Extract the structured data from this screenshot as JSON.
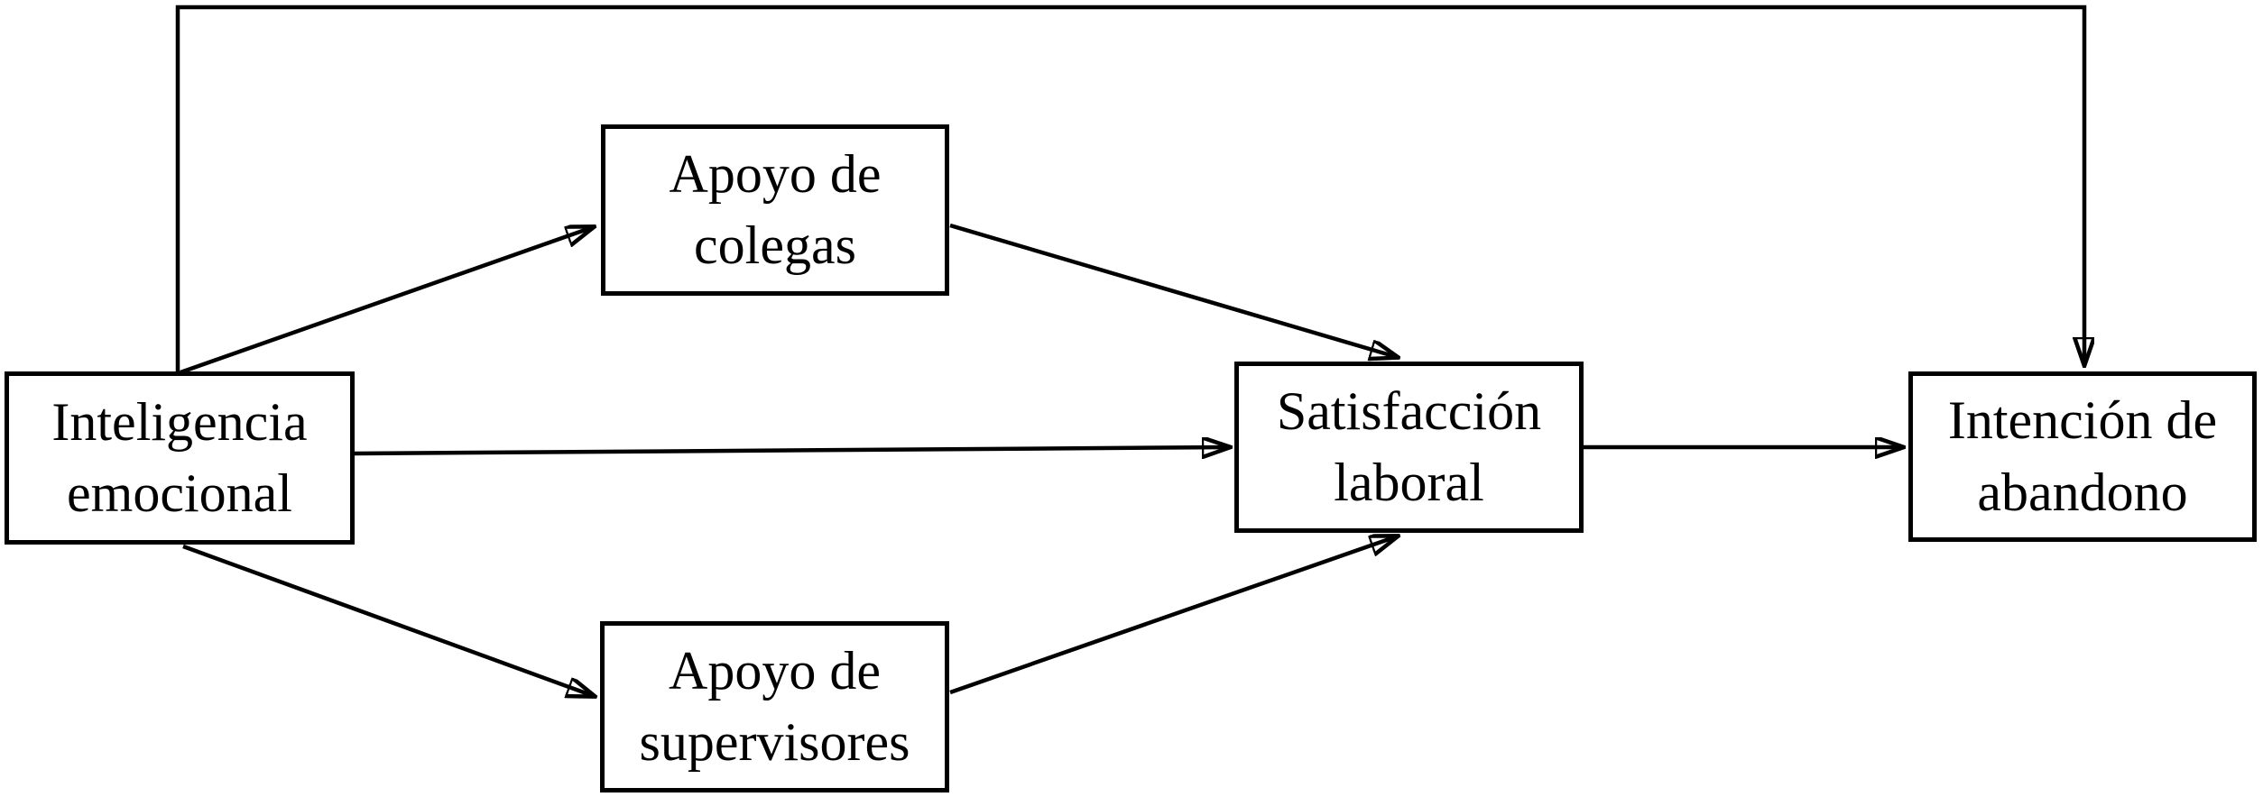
{
  "diagram": {
    "type": "path-model",
    "background_color": "#ffffff",
    "line_color": "#000000",
    "nodes": [
      {
        "id": "inteligencia-emocional",
        "label": "Inteligencia\nemocional"
      },
      {
        "id": "apoyo-colegas",
        "label": "Apoyo de\ncolegas"
      },
      {
        "id": "apoyo-supervisores",
        "label": "Apoyo de\nsupervisores"
      },
      {
        "id": "satisfaccion-laboral",
        "label": "Satisfacción\nlaboral"
      },
      {
        "id": "intencion-abandono",
        "label": "Intención de\nabandono"
      }
    ],
    "edges": [
      {
        "from": "inteligencia-emocional",
        "to": "intencion-abandono",
        "route": "top-direct"
      },
      {
        "from": "inteligencia-emocional",
        "to": "apoyo-colegas",
        "route": "diagonal-up"
      },
      {
        "from": "inteligencia-emocional",
        "to": "satisfaccion-laboral",
        "route": "horizontal"
      },
      {
        "from": "inteligencia-emocional",
        "to": "apoyo-supervisores",
        "route": "diagonal-down"
      },
      {
        "from": "apoyo-colegas",
        "to": "satisfaccion-laboral",
        "route": "diagonal-down"
      },
      {
        "from": "apoyo-supervisores",
        "to": "satisfaccion-laboral",
        "route": "diagonal-up"
      },
      {
        "from": "satisfaccion-laboral",
        "to": "intencion-abandono",
        "route": "horizontal"
      }
    ]
  }
}
